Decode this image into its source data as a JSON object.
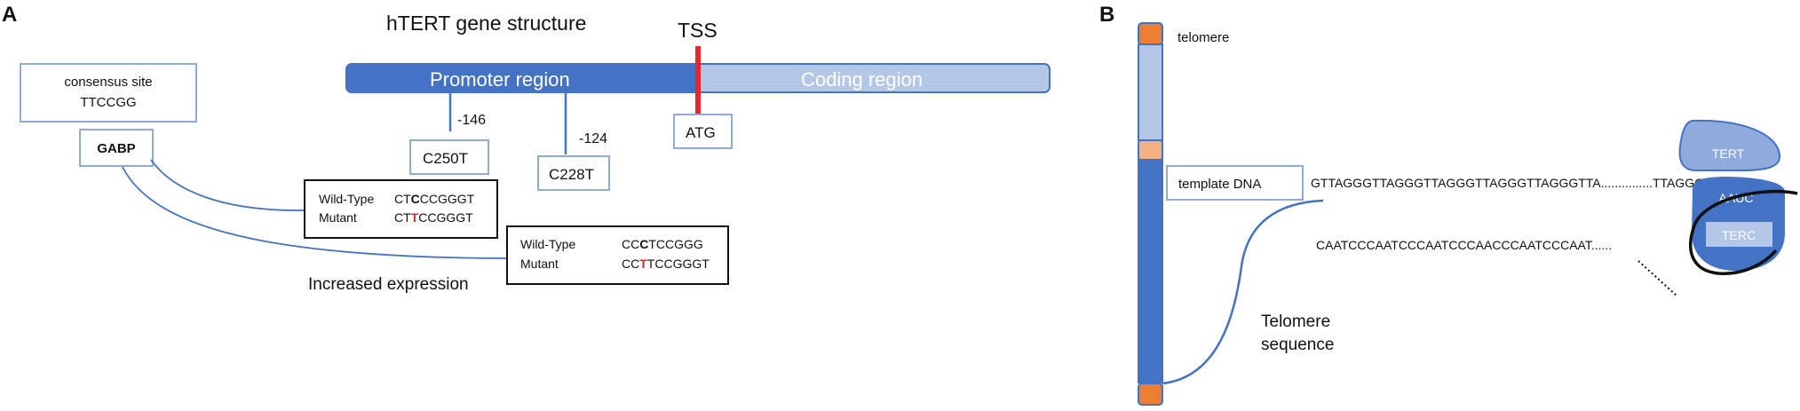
{
  "panelA": {
    "label": "A",
    "title": "hTERT gene structure",
    "tss": "TSS",
    "promoter": "Promoter  region",
    "coding": "Coding region",
    "consensus": {
      "line1": "consensus site",
      "line2": "TTCCGG"
    },
    "gabp": "GABP",
    "pos146": "-146",
    "pos124": "-124",
    "c250t": "C250T",
    "c228t": "C228T",
    "atg": "ATG",
    "box1": {
      "wt_label": "Wild-Type",
      "wt_pre": "CT",
      "wt_mid": "C",
      "wt_post": "CCGGGT",
      "mut_label": "Mutant",
      "mut_pre": "CT",
      "mut_mid": "T",
      "mut_post": "CCGGGT"
    },
    "box2": {
      "wt_label": "Wild-Type",
      "wt_pre": "CC",
      "wt_mid": "C",
      "wt_post": "TCCGGG",
      "mut_label": "Mutant",
      "mut_pre": "CC",
      "mut_mid": "T",
      "mut_post": "TCCGGGT"
    },
    "increased": "Increased expression"
  },
  "panelB": {
    "label": "B",
    "telomere": "telomere",
    "template": "template  DNA",
    "seq_top_main": "GTTAGGGTTAGGGTTAGGGTTAGGGTTAGGGTTA...............TTAGGGTTA",
    "seq_top_end": "G",
    "seq_bottom": "CAATCCCAATCCCAATCCCAACCCAATCCCAAT......",
    "tert": "TERT",
    "aauc": "AAUC",
    "terc": "TERC",
    "telomere_sequence": {
      "line1": "Telomere",
      "line2": "sequence"
    }
  },
  "colors": {
    "dark_blue": "#4472c4",
    "light_blue": "#b4c7e7",
    "box_border": "#8faadc",
    "orange": "#ed7d31",
    "peach": "#f4b183",
    "red": "#e8262a"
  }
}
